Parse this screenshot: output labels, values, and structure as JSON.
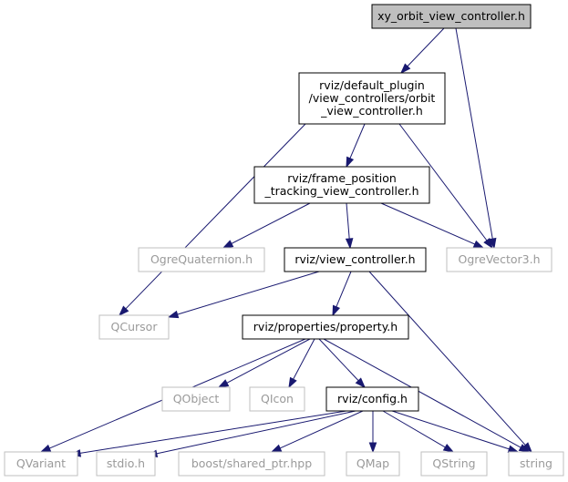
{
  "graph": {
    "nodes": [
      {
        "id": "xy",
        "lines": [
          "xy_orbit_view_controller.h"
        ],
        "style": "root"
      },
      {
        "id": "orbit",
        "lines": [
          "rviz/default_plugin",
          "/view_controllers/orbit",
          "_view_controller.h"
        ],
        "style": "internal"
      },
      {
        "id": "fptvc",
        "lines": [
          "rviz/frame_position",
          "_tracking_view_controller.h"
        ],
        "style": "internal"
      },
      {
        "id": "ogrequat",
        "lines": [
          "OgreQuaternion.h"
        ],
        "style": "external"
      },
      {
        "id": "vc",
        "lines": [
          "rviz/view_controller.h"
        ],
        "style": "internal"
      },
      {
        "id": "ogrevec",
        "lines": [
          "OgreVector3.h"
        ],
        "style": "external"
      },
      {
        "id": "qcursor",
        "lines": [
          "QCursor"
        ],
        "style": "external"
      },
      {
        "id": "property",
        "lines": [
          "rviz/properties/property.h"
        ],
        "style": "internal"
      },
      {
        "id": "qobject",
        "lines": [
          "QObject"
        ],
        "style": "external"
      },
      {
        "id": "qicon",
        "lines": [
          "QIcon"
        ],
        "style": "external"
      },
      {
        "id": "config",
        "lines": [
          "rviz/config.h"
        ],
        "style": "internal"
      },
      {
        "id": "qvariant",
        "lines": [
          "QVariant"
        ],
        "style": "external"
      },
      {
        "id": "stdio",
        "lines": [
          "stdio.h"
        ],
        "style": "external"
      },
      {
        "id": "sharedptr",
        "lines": [
          "boost/shared_ptr.hpp"
        ],
        "style": "external"
      },
      {
        "id": "qmap",
        "lines": [
          "QMap"
        ],
        "style": "external"
      },
      {
        "id": "qstring",
        "lines": [
          "QString"
        ],
        "style": "external"
      },
      {
        "id": "string",
        "lines": [
          "string"
        ],
        "style": "external"
      }
    ],
    "edges": [
      {
        "from": "xy",
        "to": "orbit"
      },
      {
        "from": "xy",
        "to": "ogrevec"
      },
      {
        "from": "orbit",
        "to": "fptvc"
      },
      {
        "from": "orbit",
        "to": "qcursor"
      },
      {
        "from": "orbit",
        "to": "ogrevec"
      },
      {
        "from": "fptvc",
        "to": "ogrequat"
      },
      {
        "from": "fptvc",
        "to": "vc"
      },
      {
        "from": "fptvc",
        "to": "ogrevec"
      },
      {
        "from": "vc",
        "to": "qcursor"
      },
      {
        "from": "vc",
        "to": "property"
      },
      {
        "from": "vc",
        "to": "string"
      },
      {
        "from": "property",
        "to": "qvariant"
      },
      {
        "from": "property",
        "to": "qobject"
      },
      {
        "from": "property",
        "to": "qicon"
      },
      {
        "from": "property",
        "to": "config"
      },
      {
        "from": "property",
        "to": "string"
      },
      {
        "from": "config",
        "to": "qvariant"
      },
      {
        "from": "config",
        "to": "stdio"
      },
      {
        "from": "config",
        "to": "sharedptr"
      },
      {
        "from": "config",
        "to": "qmap"
      },
      {
        "from": "config",
        "to": "qstring"
      },
      {
        "from": "config",
        "to": "string"
      }
    ]
  }
}
